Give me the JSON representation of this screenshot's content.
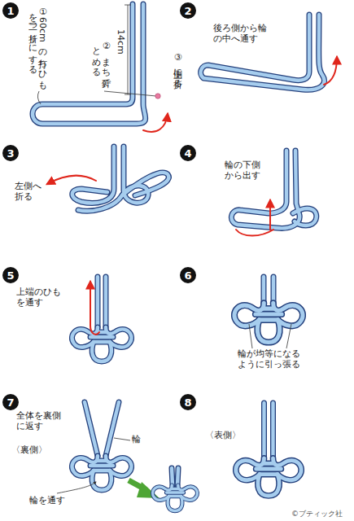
{
  "diagram": {
    "nodes": [
      {
        "text": [
          "1"
        ]
      },
      {
        "text": [
          "2"
        ]
      },
      {
        "text": [
          "3"
        ]
      },
      {
        "text": [
          "4"
        ]
      },
      {
        "text": [
          "5"
        ]
      },
      {
        "text": [
          "6"
        ]
      },
      {
        "text": [
          "7"
        ]
      },
      {
        "text": [
          "8"
        ]
      }
    ],
    "labels": [
      "①60cmの打ちひもを二つ折りにする",
      "②まち針でとめる",
      "14cm",
      "③上側に折る",
      "後ろ側から輪の中へ通す",
      "左側へ折る",
      "輪の下側から出す",
      "上端のひもを通す",
      "輪が均等になるように引っ張る",
      "全体を裏側に返す",
      "〈裏側〉",
      "輪",
      "輪を通す",
      "〈表側〉",
      "©ブティック社"
    ]
  }
}
